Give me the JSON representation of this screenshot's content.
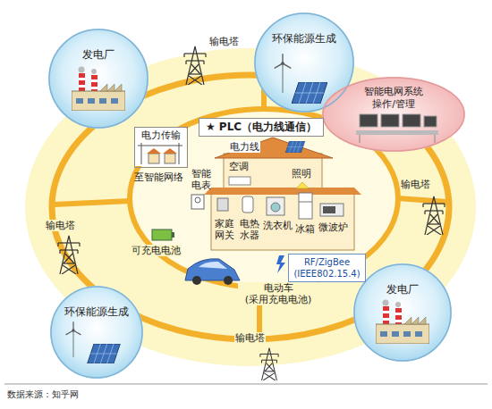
{
  "diagram": {
    "caption": "数据来源：知乎网",
    "nodes": [
      {
        "text": [
          "发电厂"
        ]
      },
      {
        "text": [
          "环保能源生成"
        ]
      },
      {
        "text": [
          "智能电网系统 操作/管理"
        ]
      },
      {
        "text": [
          "发电厂"
        ]
      },
      {
        "text": [
          "环保能源生成"
        ]
      },
      {
        "text": [
          "★ PLC（电力线通信）"
        ]
      },
      {
        "text": [
          "电力传输"
        ]
      },
      {
        "text": [
          "RF/ZigBee (IEEE802.15.4)"
        ]
      }
    ],
    "labels": [
      "输电塔",
      "电力线",
      "至智能网络",
      "智能 电表",
      "空调",
      "照明",
      "输电塔",
      "输电塔",
      "家庭 网关",
      "电热 水器",
      "洗衣机",
      "冰箱",
      "微波炉",
      "可充电电池",
      "电动车 (采用充电电池)",
      "输电塔"
    ]
  }
}
